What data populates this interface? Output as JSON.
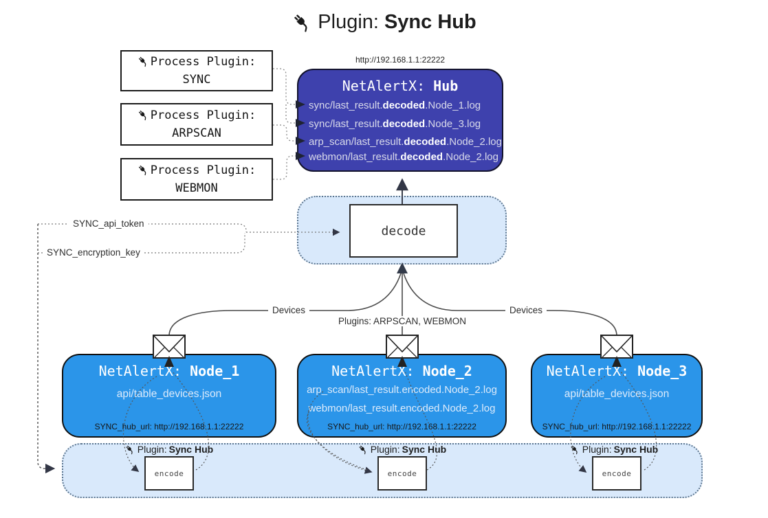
{
  "title": {
    "prefix": "Plugin: ",
    "bold": "Sync Hub"
  },
  "hub": {
    "url_label": "http://192.168.1.1:22222",
    "name_prefix": "NetAlertX: ",
    "name_bold": "Hub",
    "log_lines": [
      {
        "pre": "sync/last_result.",
        "bold": "decoded",
        "post": ".Node_1.log"
      },
      {
        "pre": "sync/last_result.",
        "bold": "decoded",
        "post": ".Node_3.log"
      },
      {
        "pre": "arp_scan/last_result.",
        "bold": "decoded",
        "post": ".Node_2.log"
      },
      {
        "pre": "webmon/last_result.",
        "bold": "decoded",
        "post": ".Node_2.log"
      }
    ]
  },
  "process_plugins": {
    "items": [
      {
        "title": "Process Plugin:",
        "name": "SYNC"
      },
      {
        "title": "Process Plugin:",
        "name": "ARPSCAN"
      },
      {
        "title": "Process Plugin:",
        "name": "WEBMON"
      }
    ]
  },
  "decode": {
    "label": "decode"
  },
  "settings": {
    "api_token": "SYNC_api_token",
    "encryption_key": "SYNC_encryption_key"
  },
  "edges": {
    "devices_left": "Devices",
    "devices_right": "Devices",
    "plugins_center": "Plugins: ARPSCAN, WEBMON"
  },
  "nodes": [
    {
      "name_prefix": "NetAlertX: ",
      "name_bold": "Node_1",
      "lines": [
        "api/table_devices.json"
      ],
      "hub_url": "SYNC_hub_url: http://192.168.1.1:22222"
    },
    {
      "name_prefix": "NetAlertX: ",
      "name_bold": "Node_2",
      "lines": [
        "arp_scan/last_result.encoded.Node_2.log",
        "webmon/last_result.encoded.Node_2.log"
      ],
      "hub_url": "SYNC_hub_url: http://192.168.1.1:22222"
    },
    {
      "name_prefix": "NetAlertX: ",
      "name_bold": "Node_3",
      "lines": [
        "api/table_devices.json"
      ],
      "hub_url": "SYNC_hub_url: http://192.168.1.1:22222"
    }
  ],
  "encode": {
    "label": "encode",
    "plugin_prefix": "Plugin: ",
    "plugin_bold": "Sync Hub"
  },
  "colors": {
    "hub_bg": "#3e41ad",
    "node_bg": "#2b95e9",
    "container_bg": "#d9e9fb",
    "line": "#4a4a4a",
    "arrow": "#333746"
  }
}
